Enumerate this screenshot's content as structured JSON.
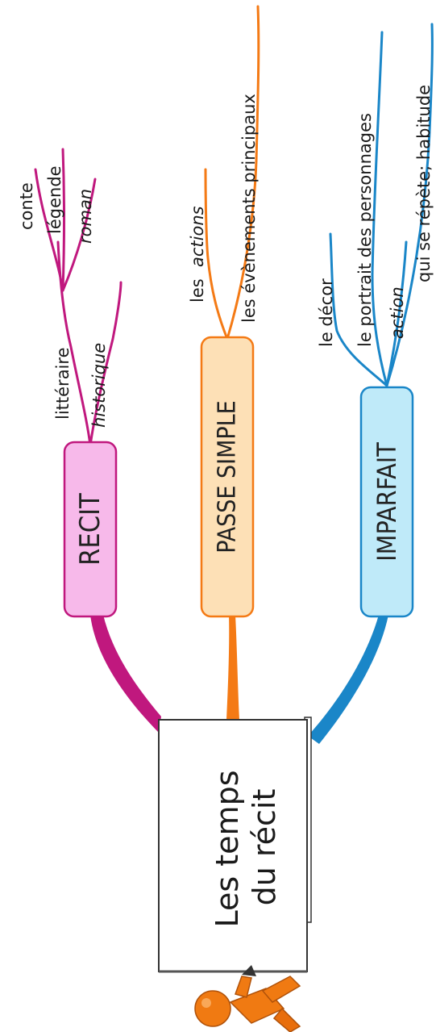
{
  "central": {
    "line1": "Les temps",
    "line2": "du récit"
  },
  "branches": {
    "recit": {
      "label": "RECIT",
      "color": "#c0187e",
      "fill": "#f7b9ea",
      "children": {
        "litteraire": "littéraire",
        "historique": "historique",
        "conte": "conte",
        "legende": "légende",
        "roman": "roman"
      }
    },
    "passe_simple": {
      "label": "PASSE SIMPLE",
      "color": "#f47a15",
      "fill": "#fde0b6",
      "children": {
        "les": "les",
        "actions": "actions",
        "evenements": "les évènements principaux"
      }
    },
    "imparfait": {
      "label": "IMPARFAIT",
      "color": "#1a86c8",
      "fill": "#bfeaf9",
      "children": {
        "decor": "le décor",
        "portrait": "le portrait des personnages",
        "action": "action",
        "repete": "qui se répète; habitude"
      }
    }
  }
}
